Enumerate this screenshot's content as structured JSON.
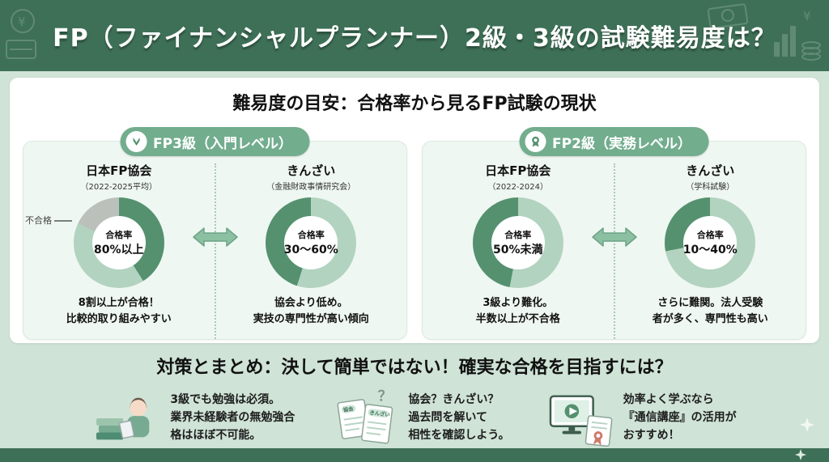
{
  "header": {
    "title": "FP（ファイナンシャルプランナー）2級・3級の試験難易度は？",
    "decor_symbol": "¥"
  },
  "overview": {
    "section_title": "難易度の目安：合格率から見るFP試験の現状",
    "panels": [
      {
        "title": "FP3級（入門レベル）",
        "columns": [
          {
            "org": "日本FP協会",
            "note": "（2022-2025平均）",
            "desc": "8割以上が合格！\n比較的取り組みやすい"
          },
          {
            "org": "きんざい",
            "note": "（金融財政事情研究会）",
            "desc": "協会より低め。\n実技の専門性が高い傾向"
          }
        ]
      },
      {
        "title": "FP2級（実務レベル）",
        "columns": [
          {
            "org": "日本FP協会",
            "note": "（2022-2024）",
            "desc": "3級より難化。\n半数以上が不合格"
          },
          {
            "org": "きんざい",
            "note": "（学科試験）",
            "desc": "さらに難関。法人受験\n者が多く、専門性も高い"
          }
        ]
      }
    ]
  },
  "chart_data": [
    {
      "type": "donut",
      "title": "FP3級 日本FP協会 合格率",
      "center_label": "合格率",
      "center_value": "80%以上",
      "annotation": "不合格",
      "segments": [
        {
          "name": "pass-dark",
          "value": 41,
          "color": "#55916f"
        },
        {
          "name": "pass-light",
          "value": 41,
          "color": "#b2d3bf"
        },
        {
          "name": "fail",
          "value": 18,
          "color": "#bcc0bb"
        }
      ]
    },
    {
      "type": "donut",
      "title": "FP3級 きんざい 合格率",
      "center_label": "合格率",
      "center_value": "30〜60%",
      "segments": [
        {
          "name": "range-light",
          "value": 55,
          "color": "#b2d3bf"
        },
        {
          "name": "range-dark",
          "value": 45,
          "color": "#55916f"
        }
      ]
    },
    {
      "type": "donut",
      "title": "FP2級 日本FP協会 合格率",
      "center_label": "合格率",
      "center_value": "50%未満",
      "segments": [
        {
          "name": "range-light",
          "value": 53,
          "color": "#b2d3bf"
        },
        {
          "name": "range-dark",
          "value": 47,
          "color": "#55916f"
        }
      ]
    },
    {
      "type": "donut",
      "title": "FP2級 きんざい 合格率",
      "center_label": "合格率",
      "center_value": "10〜40%",
      "segments": [
        {
          "name": "range-light",
          "value": 72,
          "color": "#b2d3bf"
        },
        {
          "name": "range-dark",
          "value": 28,
          "color": "#55916f"
        }
      ]
    }
  ],
  "summary": {
    "section_title": "対策とまとめ：決して簡単ではない！確実な合格を目指すには？",
    "tips": [
      {
        "icon": "study-person",
        "text": "3級でも勉強は必須。\n業界未経験者の無勉強合\n格はほぼ不可能。"
      },
      {
        "icon": "documents",
        "text": "協会？きんざい？\n過去問を解いて\n相性を確認しよう。",
        "doc_labels": {
          "kyokai": "協会",
          "kinzai": "きんざい",
          "question": "？"
        }
      },
      {
        "icon": "online-course",
        "text": "効率よく学ぶなら\n『通信講座』の活用が\nおすすめ！"
      }
    ]
  },
  "colors": {
    "header_green": "#3e7057",
    "bg_green": "#cfe3d6",
    "panel_green": "#eff7f2",
    "pill_green": "#72ad8e",
    "donut_dark": "#55916f",
    "donut_light": "#b2d3bf",
    "fail_gray": "#bcc0bb",
    "arrow_green": "#8cc0a3"
  }
}
